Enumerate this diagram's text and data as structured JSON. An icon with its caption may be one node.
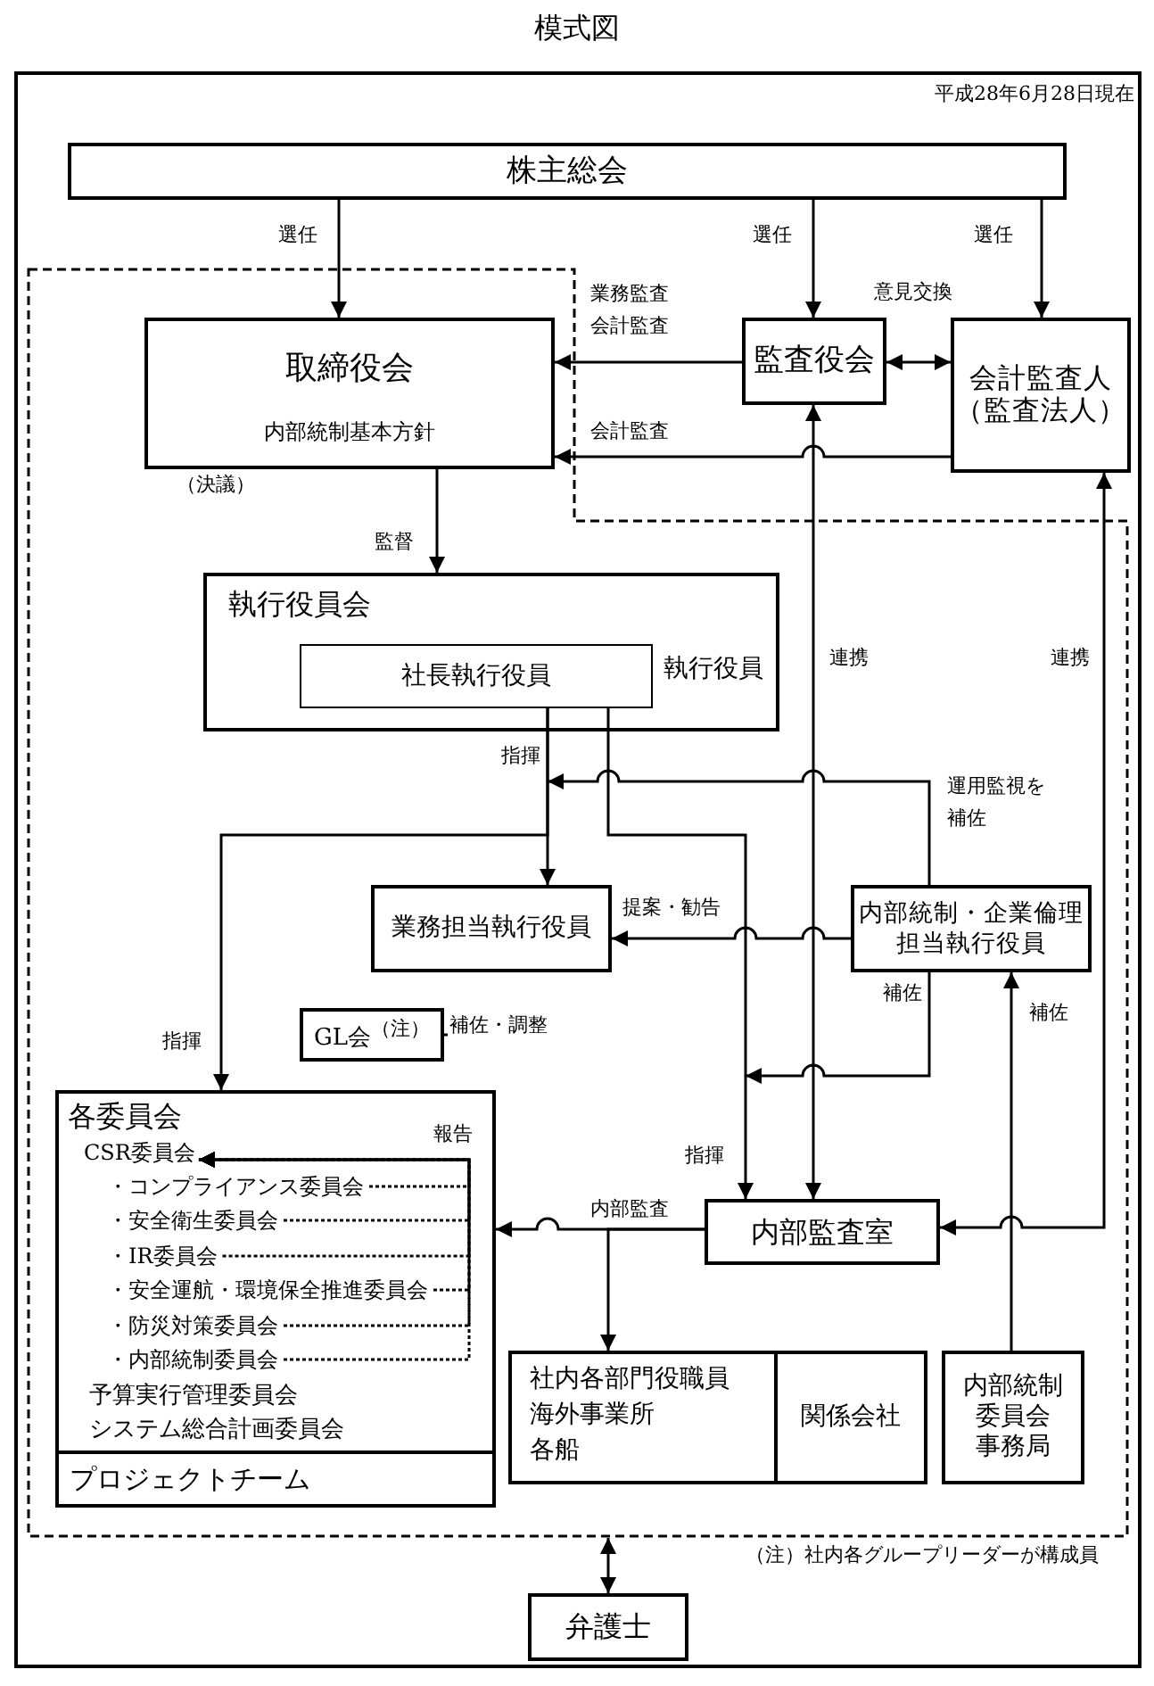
{
  "diagram": {
    "title": "模式図",
    "nodes": [
      {
        "text": [
          "株主総会"
        ]
      },
      {
        "text": [],
        "shape": "box"
      },
      {
        "text": [
          "取締役会",
          "内部統制基本方針"
        ],
        "beside": [
          "（決議）"
        ],
        "in": 1
      },
      {
        "text": [
          "監査役会"
        ]
      },
      {
        "text": [
          "会計監査人",
          "（監査法人）"
        ]
      },
      {
        "text": [
          "執行役員会",
          "執行役員"
        ],
        "in": 1
      },
      {
        "text": [
          "社長執行役員"
        ],
        "in": 5
      },
      {
        "text": [
          "業務担当執行役員"
        ],
        "in": 1
      },
      {
        "text": [
          "内部統制・企業倫理担当執行役員"
        ],
        "in": 1
      },
      {
        "text": [
          "GL会$^{（注）}$"
        ],
        "in": 1
      },
      {
        "text": [
          "各委員会",
          "予算実行管理委員会",
          "システム総合計画委員会"
        ],
        "in": 1
      },
      {
        "text": [
          "CSR委員会"
        ],
        "in": 10
      },
      {
        "text": [
          "・コンプライアンス委員会"
        ],
        "in": 10
      },
      {
        "text": [
          "・安全衛生委員会"
        ],
        "in": 10
      },
      {
        "text": [
          "・IR委員会"
        ],
        "in": 10
      },
      {
        "text": [
          "・安全運航・環境保全推進委員会"
        ],
        "in": 10
      },
      {
        "text": [
          "・防災対策委員会"
        ],
        "in": 10
      },
      {
        "text": [
          "・内部統制委員会"
        ],
        "in": 10
      },
      {
        "text": [
          "プロジェクトチーム"
        ],
        "in": 10
      },
      {
        "text": [
          "内部監査室"
        ],
        "in": 1
      },
      {
        "text": [
          "社内各部門役職員",
          "海外事業所",
          "各船"
        ],
        "in": 1
      },
      {
        "text": [
          "関係会社"
        ],
        "in": 1
      },
      {
        "text": [
          "内部統制",
          "委員会",
          "事務局"
        ],
        "in": 1
      },
      {
        "text": [
          "弁護士"
        ]
      }
    ],
    "edges": [
      {
        "from": 0,
        "to": 2,
        "arrow": "to",
        "label": "選任"
      },
      {
        "from": 0,
        "to": 3,
        "arrow": "to",
        "label": "選任"
      },
      {
        "from": 0,
        "to": 4,
        "arrow": "to",
        "label": "選任"
      },
      {
        "from": 3,
        "to": 2,
        "arrow": "to",
        "label": "業務監査会計監査"
      },
      {
        "from": 3,
        "to": 4,
        "arrow": "both",
        "label": "意見交換"
      },
      {
        "from": 4,
        "to": 2,
        "arrow": "to",
        "label": "会計監査"
      },
      {
        "from": 2,
        "to": 5,
        "arrow": "to",
        "label": "監督"
      },
      {
        "from": 19,
        "to": 3,
        "arrow": "both",
        "label": "連携"
      },
      {
        "from": 19,
        "to": 4,
        "arrow": "both",
        "label": "連携"
      },
      {
        "from": 6,
        "to": 7,
        "arrow": "to",
        "label": "指揮"
      },
      {
        "from": 6,
        "to": 10,
        "arrow": "to",
        "label": "指揮"
      },
      {
        "from": 6,
        "to": 19,
        "arrow": "to",
        "label": "指揮"
      },
      {
        "from": 8,
        "to": null,
        "arrow": "to",
        "label": "運用監視を補佐"
      },
      {
        "from": 8,
        "to": 7,
        "arrow": "to",
        "label": "提案・勧告"
      },
      {
        "from": 8,
        "to": null,
        "arrow": "to",
        "label": "補佐"
      },
      {
        "from": 22,
        "to": 8,
        "arrow": "to",
        "label": "補佐"
      },
      {
        "from": 9,
        "to": null,
        "arrow": "none",
        "label": "補佐・調整",
        "style": "dashed"
      },
      {
        "from": 19,
        "to": 10,
        "arrow": "to",
        "label": "内部監査"
      },
      {
        "from": 19,
        "to": 20,
        "arrow": "to"
      },
      {
        "from": 1,
        "to": 23,
        "arrow": "both"
      },
      {
        "from": 12,
        "to": 11,
        "arrow": "to",
        "label": "報告",
        "style": "dashed"
      },
      {
        "from": 13,
        "to": 11,
        "arrow": "to",
        "style": "dashed"
      },
      {
        "from": 14,
        "to": 11,
        "arrow": "to",
        "style": "dashed"
      },
      {
        "from": 15,
        "to": 11,
        "arrow": "to",
        "style": "dashed"
      },
      {
        "from": 16,
        "to": 11,
        "arrow": "to",
        "style": "dashed"
      },
      {
        "from": 17,
        "to": 11,
        "arrow": "to",
        "style": "dashed"
      }
    ],
    "labels": [
      "平成28年6月28日現在",
      "（注）社内各グループリーダーが構成員"
    ]
  }
}
